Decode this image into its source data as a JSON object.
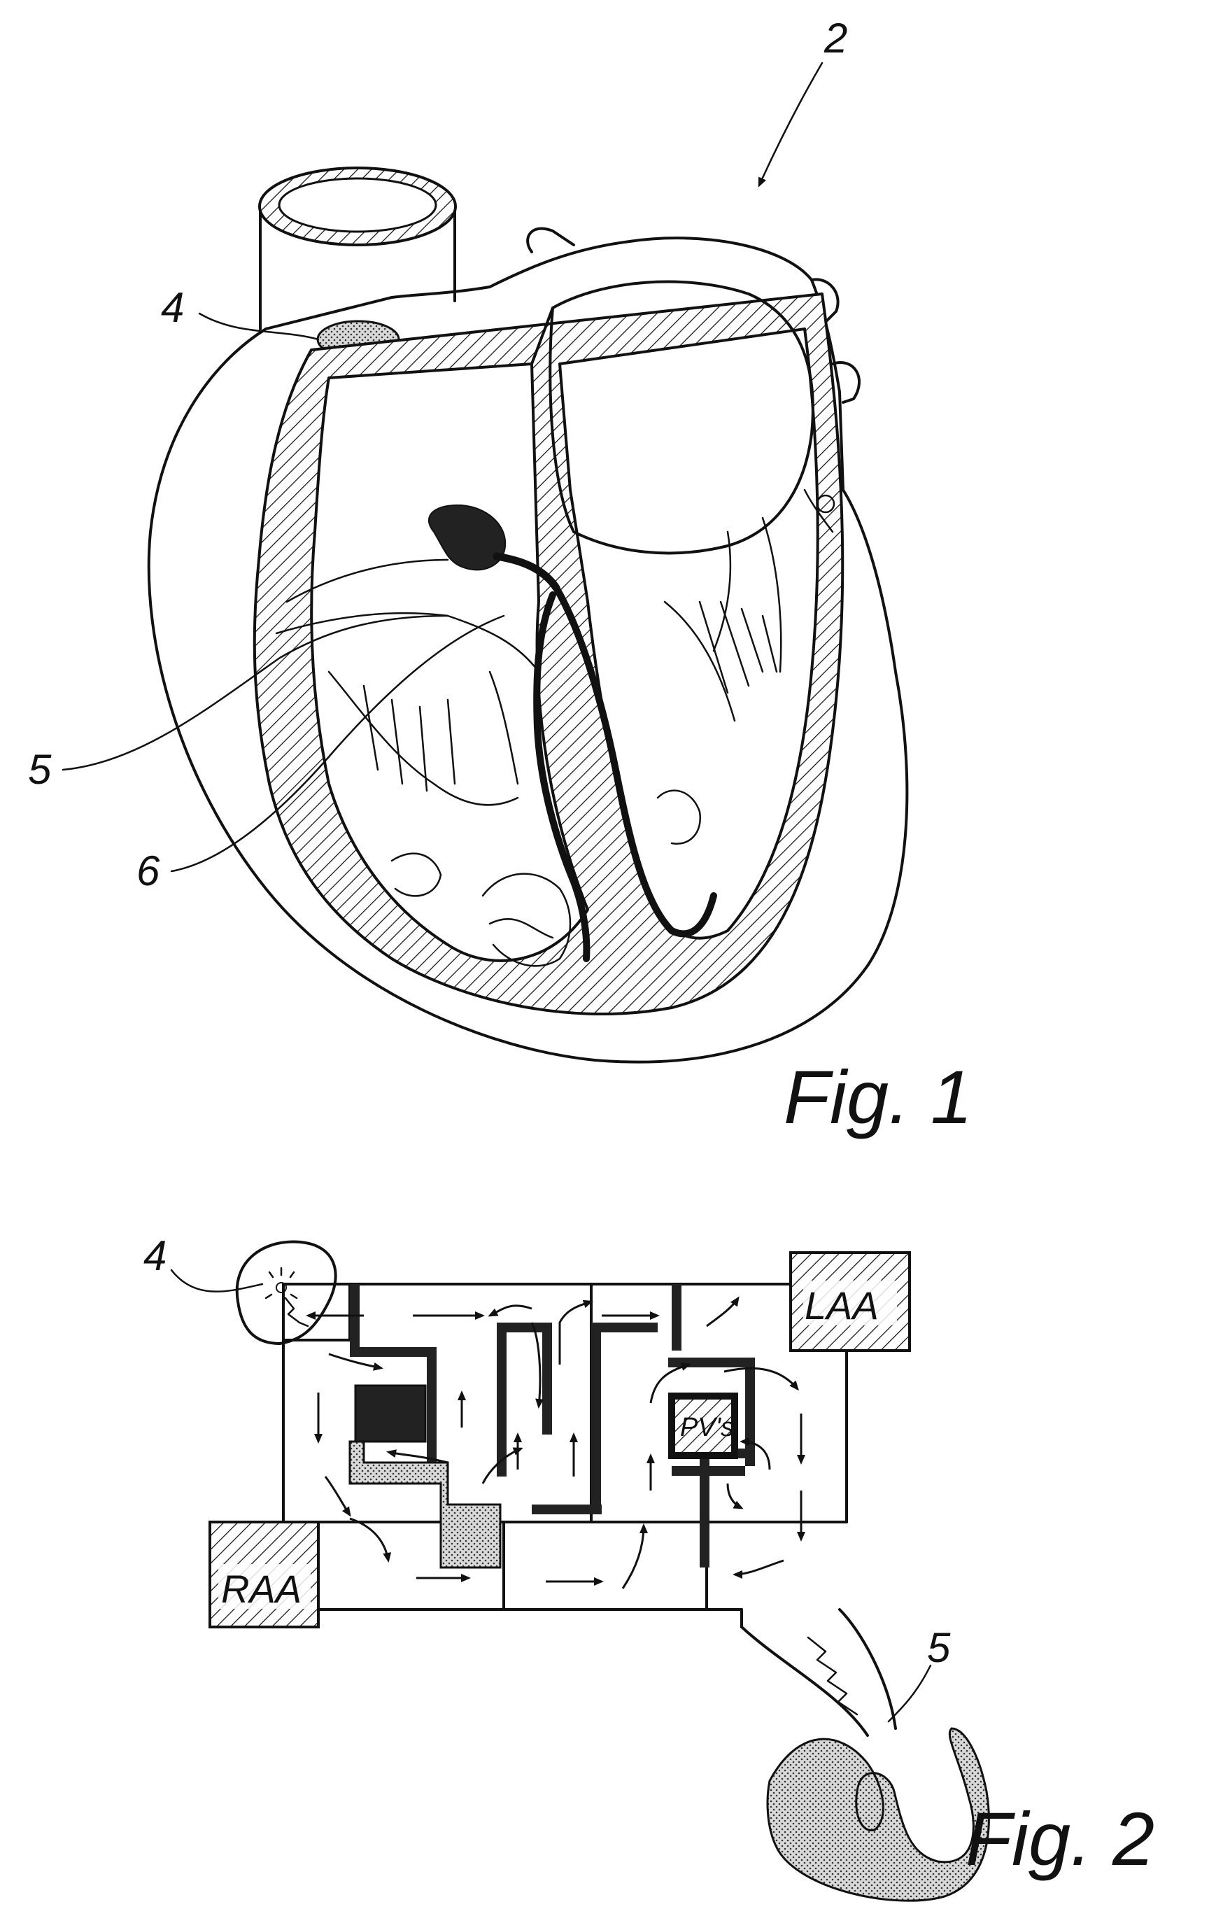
{
  "figure1": {
    "caption": "Fig. 1",
    "ref_heart": "2",
    "ref_sa_node": "4",
    "ref_av_node": "5",
    "ref_bundle": "6"
  },
  "figure2": {
    "caption": "Fig. 2",
    "ref_sa_node": "4",
    "ref_av_node": "5",
    "box_laa": "LAA",
    "box_raa": "RAA",
    "box_pvs": "PV's"
  },
  "colors": {
    "ink": "#111111",
    "paper": "#ffffff",
    "stipple": "#555555"
  }
}
